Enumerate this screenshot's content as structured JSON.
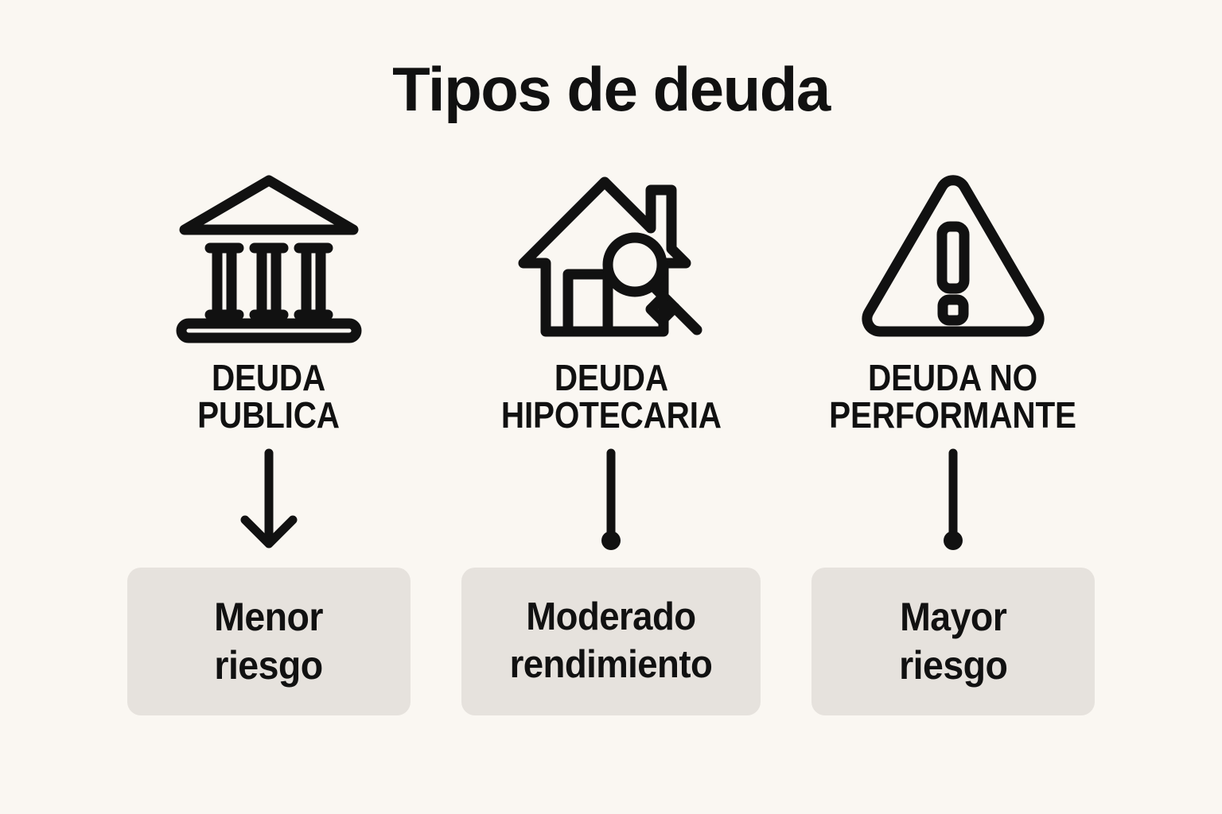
{
  "page": {
    "title": "Tipos de deuda",
    "background_color": "#faf7f2",
    "ink_color": "#111111",
    "box_fill_color": "#e6e2dd"
  },
  "columns": [
    {
      "icon": "bank-building-icon",
      "label_line1": "DEUDA",
      "label_line2": "PUBLICA",
      "connector": "arrow-down",
      "outcome_line1": "Menor",
      "outcome_line2": "riesgo"
    },
    {
      "icon": "house-with-key-icon",
      "label_line1": "DEUDA",
      "label_line2": "HIPOTECARIA",
      "connector": "line-with-dot",
      "outcome_line1": "Moderado",
      "outcome_line2": "rendimiento"
    },
    {
      "icon": "warning-triangle-icon",
      "label_line1": "DEUDA NO",
      "label_line2": "PERFORMANTE",
      "connector": "line-with-dot",
      "outcome_line1": "Mayor",
      "outcome_line2": "riesgo"
    }
  ]
}
